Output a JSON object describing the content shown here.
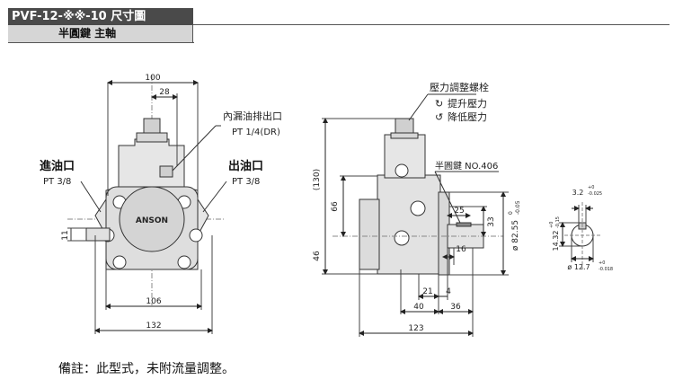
{
  "header": {
    "title": "PVF-12-※※-10  尺寸圖",
    "subtitle": "半圓鍵 主軸"
  },
  "front_view": {
    "dim_top_width": "100",
    "dim_top_offset": "28",
    "drain_port_label": "內漏油排出口",
    "drain_port_spec": "PT 1/4(DR)",
    "inlet_label": "進油口",
    "inlet_spec": "PT 3/8",
    "outlet_label": "出油口",
    "outlet_spec": "PT 3/8",
    "logo": "ANSON",
    "dim_shaft_height": "11",
    "dim_bolt_span": "106",
    "dim_flange_width": "132"
  },
  "side_view": {
    "adjust_screw_label": "壓力調整螺栓",
    "raise_pressure": "提升壓力",
    "lower_pressure": "降低壓力",
    "key_label": "半圓鍵 NO.406",
    "dim_total_height": "(130)",
    "dim_66": "66",
    "dim_46": "46",
    "dim_25": "25",
    "dim_33": "33",
    "dim_16": "16",
    "dim_pilot_dia": "ø 82.55",
    "dim_pilot_tol_top": "0",
    "dim_pilot_tol_bot": "-0.05",
    "dim_21": "21",
    "dim_4": "4",
    "dim_40": "40",
    "dim_36": "36",
    "dim_123": "123"
  },
  "shaft_detail": {
    "dim_key_width": "3.2",
    "dim_key_width_tol_top": "+0",
    "dim_key_width_tol_bot": "-0.025",
    "dim_key_height": "14.32",
    "dim_key_height_tol_top": "+0",
    "dim_key_height_tol_bot": "-0.15",
    "dim_shaft_dia": "ø 12.7",
    "dim_shaft_dia_tol_top": "+0",
    "dim_shaft_dia_tol_bot": "-0.018"
  },
  "footer": {
    "note": "備註：此型式，未附流量調整。"
  }
}
